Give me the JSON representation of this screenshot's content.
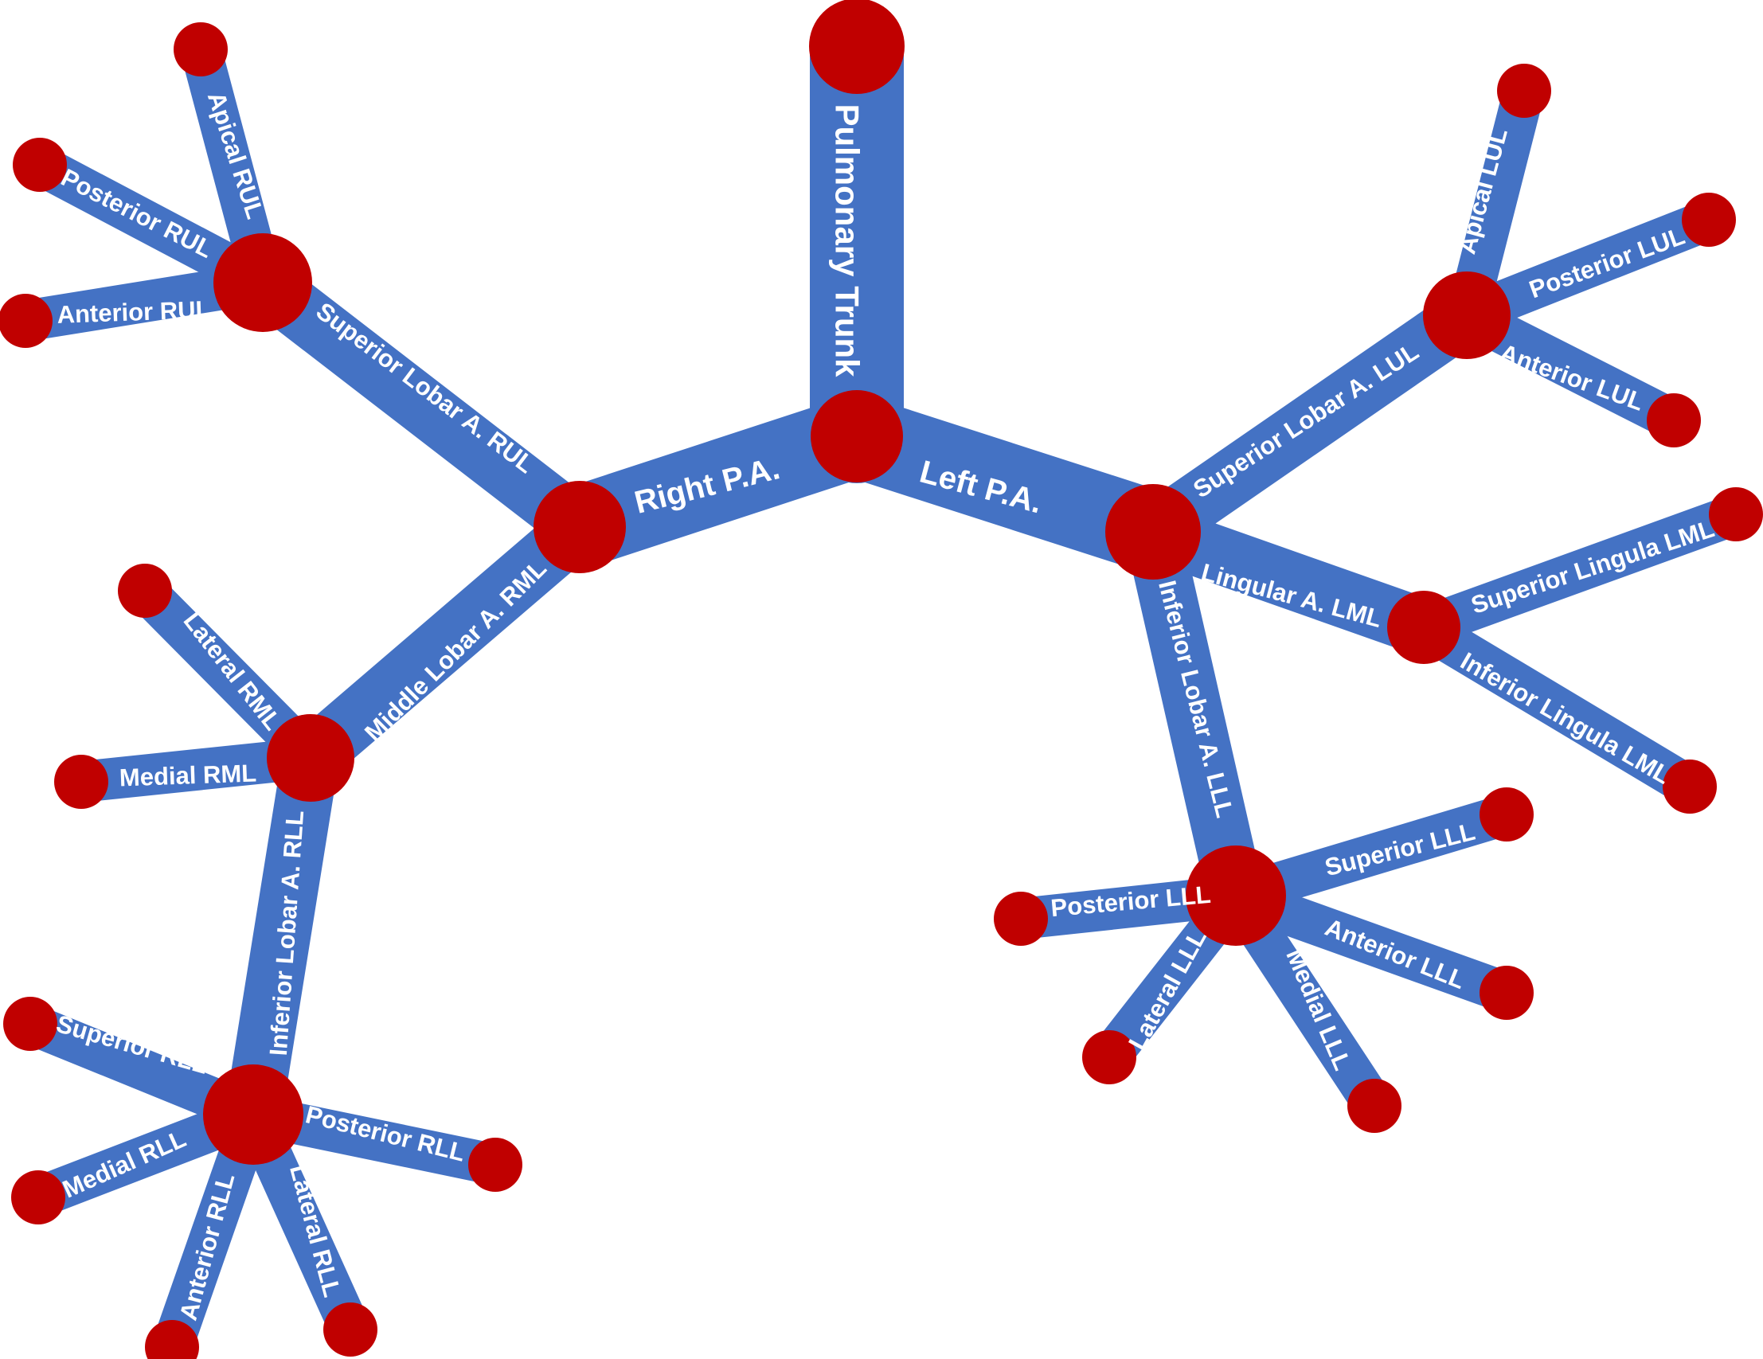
{
  "diagram": {
    "colors": {
      "background": "#ffffff",
      "vessel": "#4472c4",
      "node": "#c00000"
    },
    "labels": {
      "pulmonary_trunk": "Pulmonary Trunk",
      "right_pa": "Right P.A.",
      "left_pa": "Left P.A.",
      "superior_lobar_rul": "Superior Lobar A. RUL",
      "apical_rul": "Apical RUL",
      "posterior_rul": "Posterior RUL",
      "anterior_rul": "Anterior RUL",
      "middle_lobar_rml": "Middle Lobar A. RML",
      "lateral_rml": "Lateral RML",
      "medial_rml": "Medial RML",
      "inferior_lobar_rll": "Inferior Lobar A. RLL",
      "superior_rll": "Superior RLL",
      "posterior_rll": "Posterior RLL",
      "medial_rll": "Medial RLL",
      "anterior_rll": "Anterior RLL",
      "lateral_rll": "Lateral RLL",
      "superior_lobar_lul": "Superior Lobar A. LUL",
      "apical_lul": "Apical LUL",
      "posterior_lul": "Posterior LUL",
      "anterior_lul": "Anterior LUL",
      "lingular_lml": "Lingular A. LML",
      "superior_lingula_lml": "Superior Lingula LML",
      "inferior_lingula_lml": "Inferior Lingula LML",
      "inferior_lobar_lll": "Inferior Lobar A. LLL",
      "superior_lll": "Superior LLL",
      "anterior_lll": "Anterior LLL",
      "posterior_lll": "Posterior LLL",
      "lateral_lll": "Lateral LLL",
      "medial_lll": "Medial LLL"
    }
  }
}
